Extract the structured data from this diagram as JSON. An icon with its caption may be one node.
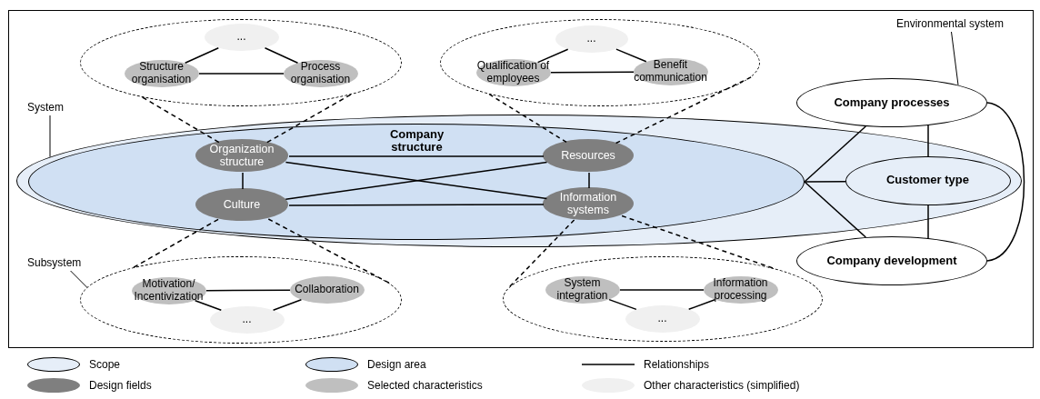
{
  "diagram": {
    "nodes": [
      {
        "text": [
          "System"
        ]
      },
      {
        "text": [],
        "shape": "ellipse"
      },
      {
        "text": [
          "Company structure"
        ],
        "in": 1
      },
      {
        "text": [
          "Organization structure"
        ],
        "in": 2
      },
      {
        "text": [
          "Culture"
        ],
        "in": 2
      },
      {
        "text": [
          "Resources"
        ],
        "in": 2
      },
      {
        "text": [
          "Information systems"
        ],
        "in": 2
      },
      {
        "text": [
          "Customer type"
        ],
        "in": 1
      },
      {
        "text": [
          "Company processes"
        ]
      },
      {
        "text": [
          "Company development"
        ]
      },
      {
        "text": [
          "Environmental system"
        ]
      },
      {
        "text": [
          "Subsystem"
        ]
      },
      {
        "text": [],
        "shape": "ellipse"
      },
      {
        "text": [
          "..."
        ],
        "in": 12
      },
      {
        "text": [
          "Structure organisation"
        ],
        "in": 12
      },
      {
        "text": [
          "Process organisation"
        ],
        "in": 12
      },
      {
        "text": [],
        "shape": "ellipse"
      },
      {
        "text": [
          "..."
        ],
        "in": 16
      },
      {
        "text": [
          "Qualification of employees"
        ],
        "in": 16
      },
      {
        "text": [
          "Benefit communication"
        ],
        "in": 16
      },
      {
        "text": [],
        "shape": "ellipse"
      },
      {
        "text": [
          "Motivation/ Incentivization"
        ],
        "in": 20
      },
      {
        "text": [
          "Collaboration"
        ],
        "in": 20
      },
      {
        "text": [
          "..."
        ],
        "in": 20
      },
      {
        "text": [],
        "shape": "ellipse"
      },
      {
        "text": [
          "System integration"
        ],
        "in": 24
      },
      {
        "text": [
          "Information processing"
        ],
        "in": 24
      },
      {
        "text": [
          "..."
        ],
        "in": 24
      }
    ],
    "edges": [
      {
        "from": 0,
        "to": 1,
        "arrow": "none"
      },
      {
        "from": 10,
        "to": 8,
        "arrow": "none"
      },
      {
        "from": 11,
        "to": 20,
        "arrow": "none"
      },
      {
        "from": 3,
        "to": 5,
        "arrow": "none"
      },
      {
        "from": 3,
        "to": 6,
        "arrow": "none"
      },
      {
        "from": 3,
        "to": 4,
        "arrow": "none"
      },
      {
        "from": 4,
        "to": 5,
        "arrow": "none"
      },
      {
        "from": 4,
        "to": 6,
        "arrow": "none"
      },
      {
        "from": 5,
        "to": 6,
        "arrow": "none"
      },
      {
        "from": 2,
        "to": 8,
        "arrow": "none"
      },
      {
        "from": 2,
        "to": 7,
        "arrow": "none"
      },
      {
        "from": 2,
        "to": 9,
        "arrow": "none"
      },
      {
        "from": 8,
        "to": 7,
        "arrow": "none"
      },
      {
        "from": 7,
        "to": 9,
        "arrow": "none"
      },
      {
        "from": 8,
        "to": 9,
        "arrow": "none"
      },
      {
        "from": 3,
        "to": 12,
        "arrow": "none",
        "style": "dashed"
      },
      {
        "from": 3,
        "to": 12,
        "arrow": "none",
        "style": "dashed"
      },
      {
        "from": 5,
        "to": 16,
        "arrow": "none",
        "style": "dashed"
      },
      {
        "from": 5,
        "to": 16,
        "arrow": "none",
        "style": "dashed"
      },
      {
        "from": 4,
        "to": 20,
        "arrow": "none",
        "style": "dashed"
      },
      {
        "from": 4,
        "to": 20,
        "arrow": "none",
        "style": "dashed"
      },
      {
        "from": 6,
        "to": 24,
        "arrow": "none",
        "style": "dashed"
      },
      {
        "from": 6,
        "to": 24,
        "arrow": "none",
        "style": "dashed"
      },
      {
        "from": 13,
        "to": 14,
        "arrow": "none"
      },
      {
        "from": 13,
        "to": 15,
        "arrow": "none"
      },
      {
        "from": 14,
        "to": 15,
        "arrow": "none"
      },
      {
        "from": 17,
        "to": 18,
        "arrow": "none"
      },
      {
        "from": 17,
        "to": 19,
        "arrow": "none"
      },
      {
        "from": 18,
        "to": 19,
        "arrow": "none"
      },
      {
        "from": 21,
        "to": 22,
        "arrow": "none"
      },
      {
        "from": 21,
        "to": 23,
        "arrow": "none"
      },
      {
        "from": 22,
        "to": 23,
        "arrow": "none"
      },
      {
        "from": 25,
        "to": 26,
        "arrow": "none"
      },
      {
        "from": 25,
        "to": 27,
        "arrow": "none"
      },
      {
        "from": 26,
        "to": 27,
        "arrow": "none"
      }
    ],
    "legend": [
      {
        "text": "Scope",
        "color": "#e6eef8"
      },
      {
        "text": "Design area",
        "color": "#d0e0f3"
      },
      {
        "text": "Relationships"
      },
      {
        "text": "Design fields",
        "color": "#7f7f7f"
      },
      {
        "text": "Selected characteristics",
        "color": "#bfbfbf"
      },
      {
        "text": "Other characteristics (simplified)",
        "color": "#f0f0f0"
      }
    ]
  }
}
